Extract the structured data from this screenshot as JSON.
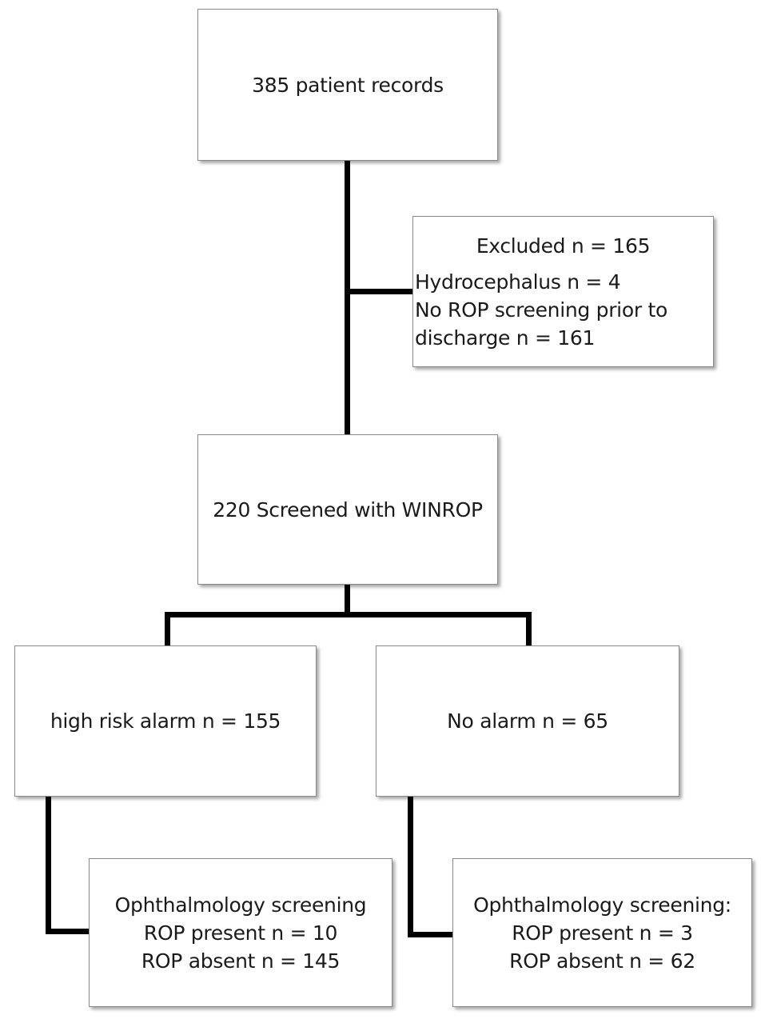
{
  "nodes": {
    "records": {
      "text": "385 patient records"
    },
    "excluded": {
      "title": "Excluded n = 165",
      "lines": [
        "Hydrocephalus n = 4",
        "No ROP screening prior to",
        "discharge n = 161"
      ]
    },
    "screened": {
      "text": "220 Screened with WINROP"
    },
    "high_risk": {
      "text": "high risk alarm n = 155"
    },
    "no_alarm": {
      "text": "No alarm n = 65"
    },
    "oph_high": {
      "lines": [
        "Ophthalmology screening",
        "ROP present n = 10",
        "ROP absent n = 145"
      ]
    },
    "oph_no": {
      "lines": [
        "Ophthalmology screening:",
        "ROP present n = 3",
        "ROP absent n = 62"
      ]
    }
  },
  "edges": [
    {
      "from": "records",
      "to": "screened"
    },
    {
      "from": "records",
      "to": "excluded"
    },
    {
      "from": "screened",
      "to": "high_risk"
    },
    {
      "from": "screened",
      "to": "no_alarm"
    },
    {
      "from": "high_risk",
      "to": "oph_high"
    },
    {
      "from": "no_alarm",
      "to": "oph_no"
    }
  ]
}
